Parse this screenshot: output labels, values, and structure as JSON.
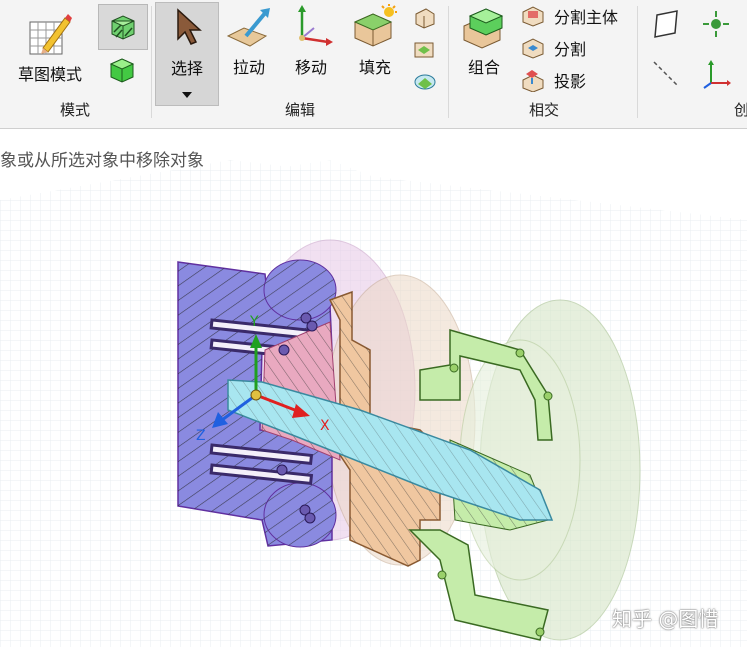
{
  "ribbon": {
    "mode_group": {
      "sketch_mode_label": "草图模式",
      "group_label": "模式"
    },
    "edit_group": {
      "select_label": "选择",
      "pull_label": "拉动",
      "move_label": "移动",
      "fill_label": "填充",
      "group_label": "编辑"
    },
    "intersect_group": {
      "combine_label": "组合",
      "split_body_label": "分割主体",
      "split_label": "分割",
      "project_label": "投影",
      "group_label": "相交"
    },
    "create_group": {
      "group_label": "创"
    }
  },
  "status_hint": "象或从所选对象中移除对象",
  "viewport": {
    "axis_labels": {
      "x": "X",
      "y": "Y",
      "z": "Z"
    },
    "axis_colors": {
      "x": "#e02020",
      "y": "#20a020",
      "z": "#2060e0"
    }
  },
  "watermark": "知乎 @图惜",
  "colors": {
    "ribbon_bg": "#f4f4f4",
    "select_active_bg": "#d6d6d6",
    "section_blue": "#8a8ae0",
    "section_pink": "#e9a9c0",
    "section_orange": "#f0c7a0",
    "section_green": "#c5ecaa",
    "section_cyan": "#a8e6f0"
  }
}
